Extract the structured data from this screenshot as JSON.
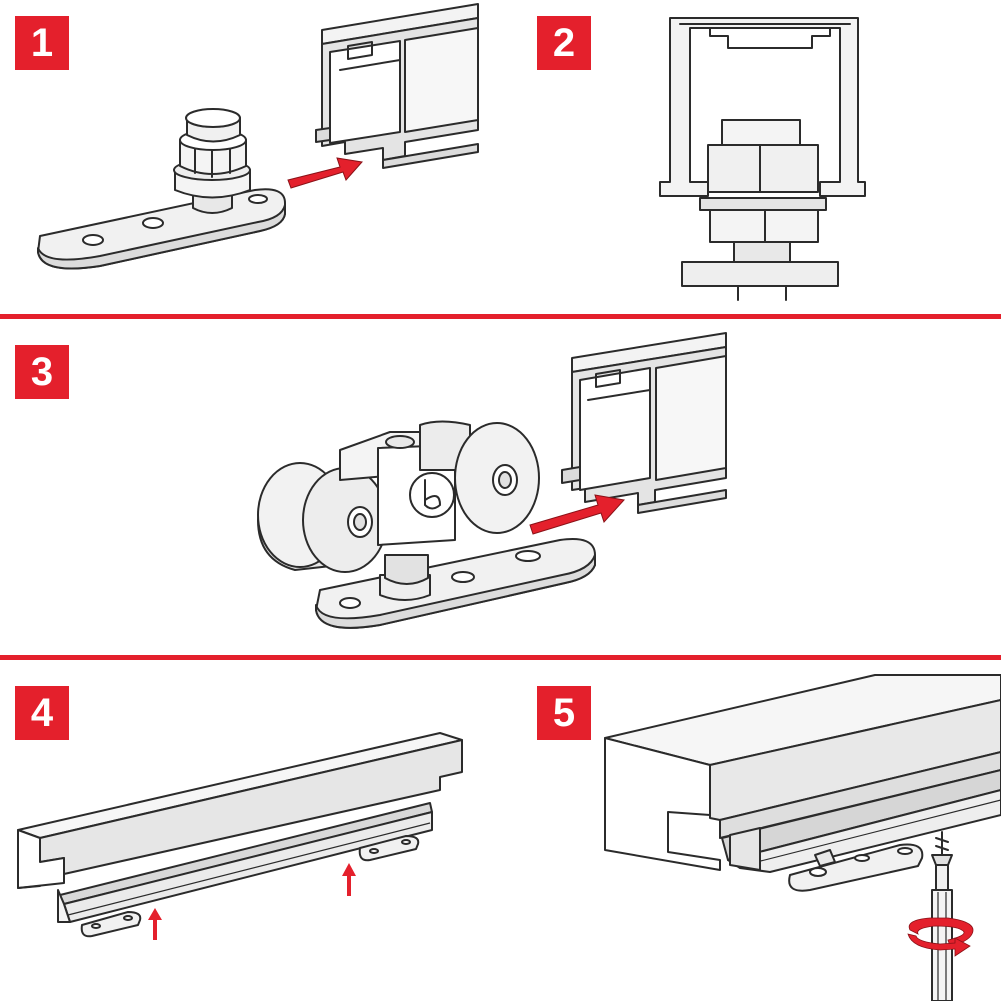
{
  "steps": [
    {
      "number": "1"
    },
    {
      "number": "2"
    },
    {
      "number": "3"
    },
    {
      "number": "4"
    },
    {
      "number": "5"
    }
  ],
  "colors": {
    "accent": "#e4202c",
    "metal_light": "#f1f1f1",
    "metal_mid": "#dcdcdc",
    "metal_dark": "#c4c4c4",
    "outline": "#2b2b2b"
  }
}
